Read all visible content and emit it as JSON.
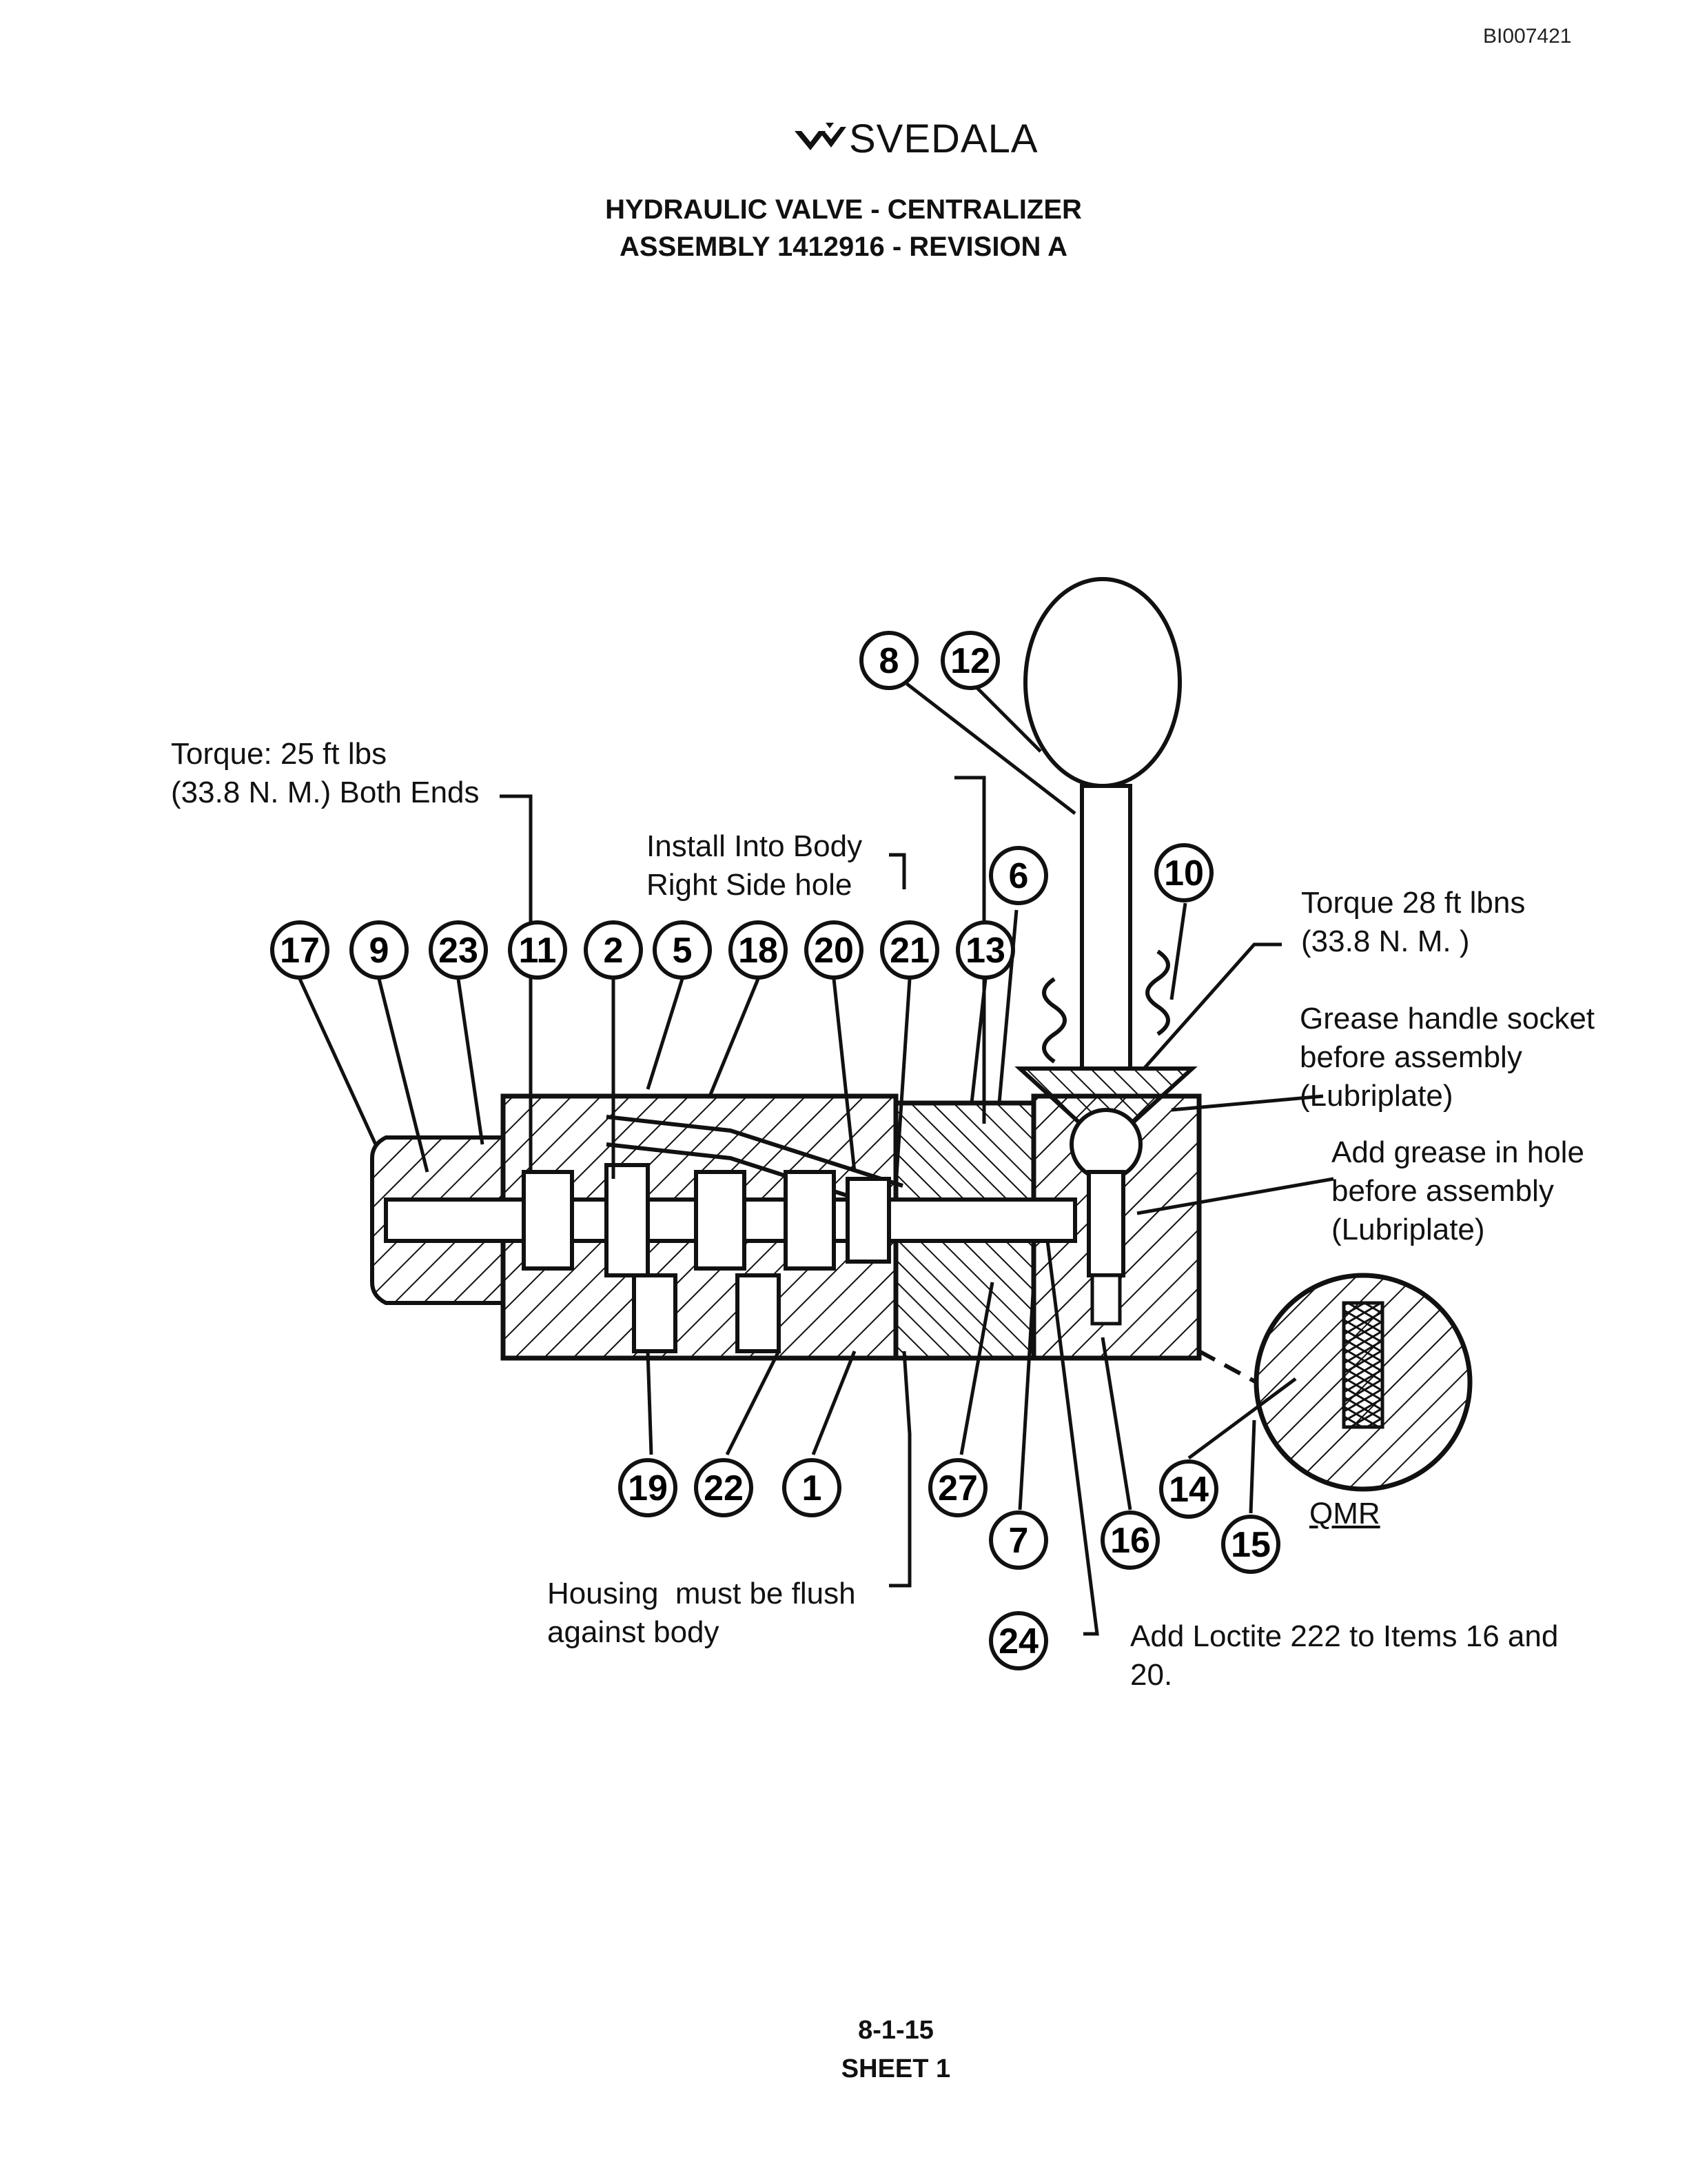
{
  "document_id": "BI007421",
  "brand": {
    "name": "SVEDALA",
    "logo_icon": "svedala-chevron-logo"
  },
  "title": {
    "line1": "HYDRAULIC VALVE - CENTRALIZER",
    "line2": "ASSEMBLY 1412916 - REVISION A"
  },
  "notes": {
    "torque_ends": "Torque: 25 ft lbs\n(33.8 N. M.) Both Ends",
    "install_body": "Install Into Body\nRight Side hole",
    "torque_handle": "Torque 28 ft lbns\n(33.8 N. M. )",
    "grease_socket": "Grease handle socket\nbefore assembly\n(Lubriplate)",
    "grease_hole": "Add grease in hole\nbefore assembly\n(Lubriplate)",
    "housing_flush": "Housing  must be flush\nagainst body",
    "loctite": "Add Loctite 222 to Items 16 and\n20.",
    "detail_label": "QMR"
  },
  "callouts": [
    "17",
    "9",
    "23",
    "11",
    "2",
    "5",
    "18",
    "20",
    "21",
    "13",
    "6",
    "8",
    "12",
    "10",
    "19",
    "22",
    "1",
    "27",
    "7",
    "24",
    "16",
    "14",
    "15"
  ],
  "footer": {
    "page": "8-1-15",
    "sheet": "SHEET 1"
  }
}
